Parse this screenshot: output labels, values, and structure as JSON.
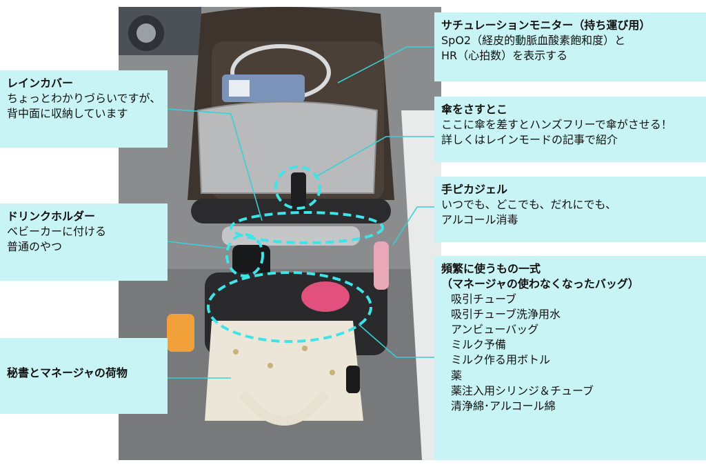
{
  "callouts": {
    "saturation": {
      "title": "サチュレーションモニター（持ち運び用）",
      "lines": [
        "SpO2（経皮的動脈血酸素飽和度）と",
        "HR（心拍数）を表示する"
      ]
    },
    "umbrella": {
      "title": "傘をさすとこ",
      "lines": [
        "ここに傘を差すとハンズフリーで傘がさせる！",
        "詳しくはレインモードの記事で紹介"
      ]
    },
    "gel": {
      "title": "手ピカジェル",
      "lines": [
        "いつでも、どこでも、だれにでも、",
        "アルコール消毒"
      ]
    },
    "frequent": {
      "title": "頻繁に使うもの一式",
      "subtitle": "（マネージャの使わなくなったバッグ）",
      "items": [
        "吸引チューブ",
        "吸引チューブ洗浄用水",
        "アンビューバッグ",
        "ミルク予備",
        "ミルク作る用ボトル",
        "薬",
        "薬注入用シリンジ＆チューブ",
        "清浄綿･アルコール綿"
      ]
    },
    "rain_cover": {
      "title": "レインカバー",
      "lines": [
        "ちょっとわかりづらいですが、",
        "背中面に収納しています"
      ]
    },
    "drink_holder": {
      "title": "ドリンクホルダー",
      "lines": [
        "ベビーカーに付ける",
        "普通のやつ"
      ]
    },
    "secretary": {
      "title": "秘書とマネージャの荷物"
    }
  },
  "colors": {
    "callout_bg": "#c9f4f5",
    "line": "#38d0d6",
    "highlight": "#3fe3e8"
  }
}
